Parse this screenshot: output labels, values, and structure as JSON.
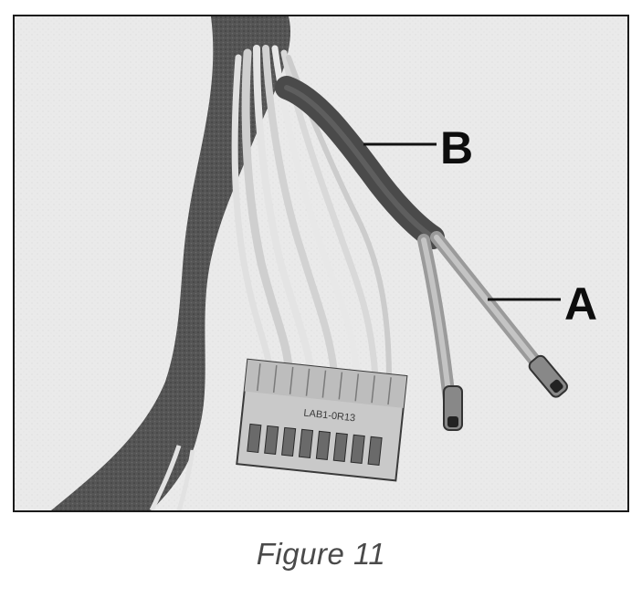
{
  "figure": {
    "caption": "Figure 11",
    "callouts": [
      {
        "id": "A",
        "label": "A"
      },
      {
        "id": "B",
        "label": "B"
      }
    ],
    "connector_marking": "LAB1-0R13"
  },
  "colors": {
    "frame": "#1a1a1a",
    "background": "#eeeeee",
    "dark_sleeve": "#4a4a4a",
    "wires": "#d6d6d6",
    "connector": "#c9c9c9",
    "text": "#0d0d0d"
  }
}
